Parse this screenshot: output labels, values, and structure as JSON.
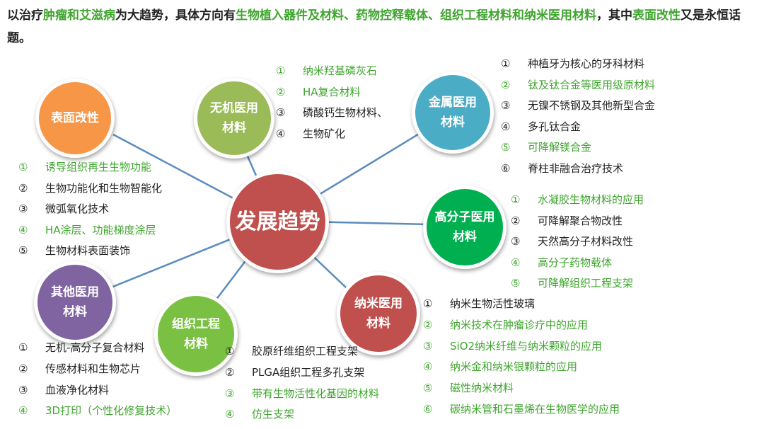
{
  "header": {
    "runs": [
      {
        "text": "以治疗",
        "highlight": false
      },
      {
        "text": "肿瘤和艾滋病",
        "highlight": true
      },
      {
        "text": "为大趋势，具体方向有",
        "highlight": false
      },
      {
        "text": "生物植入器件及材料、药物控释载体、组织工程材料和纳米医用材料",
        "highlight": true
      },
      {
        "text": "，其中",
        "highlight": false
      },
      {
        "text": "表面改性",
        "highlight": true
      },
      {
        "text": "又是永恒话题。",
        "highlight": false
      }
    ]
  },
  "colors": {
    "highlight": "#3fa52e",
    "connector": "#5b8bbf",
    "center": "#c0504d",
    "surface": "#f79646",
    "inorganic": "#9bbb59",
    "metal": "#4bacc6",
    "polymer": "#00b050",
    "nano": "#c0504d",
    "tissue": "#7ac143",
    "other": "#8064a2"
  },
  "center": {
    "label": "发展趋势"
  },
  "nodes": {
    "surface": {
      "label": "表面改性",
      "items": [
        {
          "num": "①",
          "text": "诱导组织再生生物功能",
          "hl": true
        },
        {
          "num": "②",
          "text": "生物功能化和生物智能化",
          "hl": false
        },
        {
          "num": "③",
          "text": "微弧氧化技术",
          "hl": false
        },
        {
          "num": "④",
          "text": "HA涂层、功能梯度涂层",
          "hl": true
        },
        {
          "num": "⑤",
          "text": "生物材料表面装饰",
          "hl": false
        }
      ]
    },
    "inorganic": {
      "label": "无机医用材料",
      "items": [
        {
          "num": "①",
          "text": "纳米羟基磷灰石",
          "hl": true
        },
        {
          "num": "②",
          "text": "HA复合材料",
          "hl": true
        },
        {
          "num": "③",
          "text": "磷酸钙生物材料、",
          "hl": false
        },
        {
          "num": "④",
          "text": "生物矿化",
          "hl": false
        }
      ]
    },
    "metal": {
      "label": "金属医用材料",
      "items": [
        {
          "num": "①",
          "text": "种植牙为核心的牙科材料",
          "hl": false
        },
        {
          "num": "②",
          "text": "钛及钛合金等医用级原材料",
          "hl": true
        },
        {
          "num": "③",
          "text": "无镍不锈钢及其他新型合金",
          "hl": false
        },
        {
          "num": "④",
          "text": "多孔钛合金",
          "hl": false
        },
        {
          "num": "⑤",
          "text": "可降解镁合金",
          "hl": true
        },
        {
          "num": "⑥",
          "text": "脊柱非融合治疗技术",
          "hl": false
        }
      ]
    },
    "polymer": {
      "label": "高分子医用材料",
      "items": [
        {
          "num": "①",
          "text": "水凝胶生物材料的应用",
          "hl": true
        },
        {
          "num": "②",
          "text": "可降解聚合物改性",
          "hl": false
        },
        {
          "num": "③",
          "text": "天然高分子材料改性",
          "hl": false
        },
        {
          "num": "④",
          "text": "高分子药物载体",
          "hl": true
        },
        {
          "num": "⑤",
          "text": "可降解组织工程支架",
          "hl": true
        }
      ]
    },
    "nano": {
      "label": "纳米医用材料",
      "items": [
        {
          "num": "①",
          "text": "纳米生物活性玻璃",
          "hl": false
        },
        {
          "num": "②",
          "text": "纳米技术在肿瘤诊疗中的应用",
          "hl": true
        },
        {
          "num": "③",
          "text": "SiO2纳米纤维与纳米颗粒的应用",
          "hl": true
        },
        {
          "num": "④",
          "text": "纳米金和纳米银颗粒的应用",
          "hl": true
        },
        {
          "num": "⑤",
          "text": "磁性纳米材料",
          "hl": true
        },
        {
          "num": "⑥",
          "text": "碳纳米管和石墨烯在生物医学的应用",
          "hl": true
        }
      ]
    },
    "tissue": {
      "label": "组织工程材料",
      "items": [
        {
          "num": "①",
          "text": "胶原纤维组织工程支架",
          "hl": false
        },
        {
          "num": "②",
          "text": "PLGA组织工程多孔支架",
          "hl": false
        },
        {
          "num": "③",
          "text": "带有生物活性化基因的材料",
          "hl": true
        },
        {
          "num": "④",
          "text": "仿生支架",
          "hl": true
        }
      ]
    },
    "other": {
      "label": "其他医用材料",
      "items": [
        {
          "num": "①",
          "text": "无机-高分子复合材料",
          "hl": false
        },
        {
          "num": "②",
          "text": "传感材料和生物芯片",
          "hl": false
        },
        {
          "num": "③",
          "text": "血液净化材料",
          "hl": false
        },
        {
          "num": "④",
          "text": "3D打印（个性化修复技术）",
          "hl": true
        }
      ]
    }
  }
}
